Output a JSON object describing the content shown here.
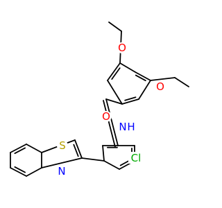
{
  "atoms": {
    "o_ether_top": "O",
    "o_ether_right": "O",
    "o_carbonyl": "O",
    "n_amide": "N",
    "s_thiazole": "S",
    "n_thiazole": "N",
    "cl": "Cl"
  },
  "colors": {
    "bond": "#000000",
    "oxygen": "#ff0000",
    "nitrogen": "#0000ff",
    "sulfur": "#b5a000",
    "chlorine": "#00aa00",
    "background": "#ffffff"
  }
}
